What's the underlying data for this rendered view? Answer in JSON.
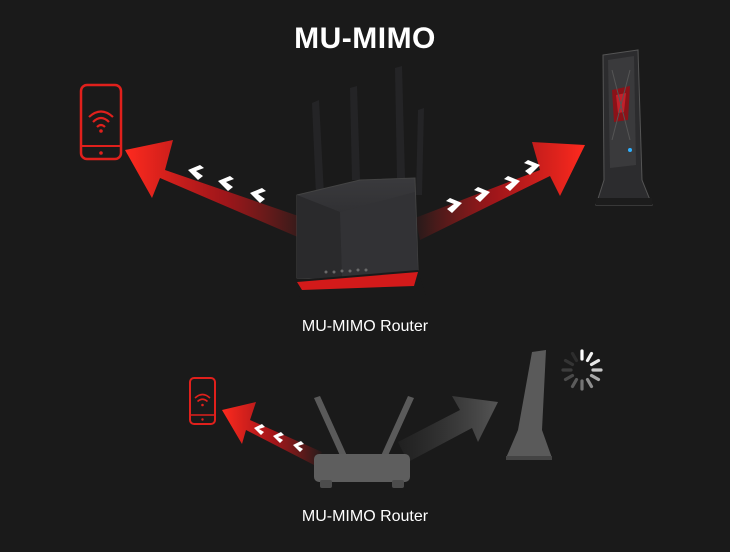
{
  "title": "MU-MIMO",
  "top_section": {
    "caption": "MU-MIMO Router"
  },
  "bottom_section": {
    "caption": "MU-MIMO Router"
  },
  "colors": {
    "background": "#1a1a1a",
    "accent_red": "#e0201c",
    "router_body": "#2b2b2d",
    "inactive_gray": "#4a4a4a"
  },
  "icons": [
    "smartphone-wifi-icon",
    "gaming-pc-tower-icon",
    "router-icon",
    "loading-spinner-icon",
    "arrow-chevrons-icon"
  ]
}
